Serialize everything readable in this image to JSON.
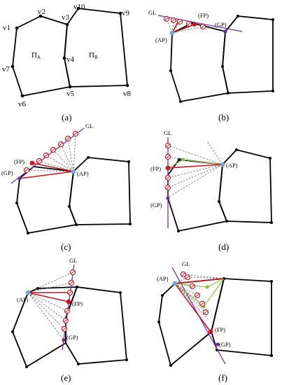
{
  "panel_a": {
    "vertices": [
      "v1",
      "v2",
      "v3",
      "v4",
      "v5",
      "v6",
      "v7",
      "v8",
      "v9",
      "v10"
    ],
    "regions": [
      {
        "base": "Π",
        "sub": "A"
      },
      {
        "base": "Π",
        "sub": "B"
      }
    ],
    "caption": "(a)"
  },
  "markers": {
    "ap": "(AP)",
    "fp": "(FP)",
    "gp": "(GP)",
    "gl": "GL"
  },
  "captions": {
    "b": "(b)",
    "c": "(c)",
    "d": "(d)",
    "e": "(e)",
    "f": "(f)"
  },
  "colors": {
    "guide_line": "#7d2fb0",
    "fp": "#d0121b",
    "ap": "#6fa8dc",
    "gp": "#6a2c91",
    "triangle": "#8cc63f"
  }
}
